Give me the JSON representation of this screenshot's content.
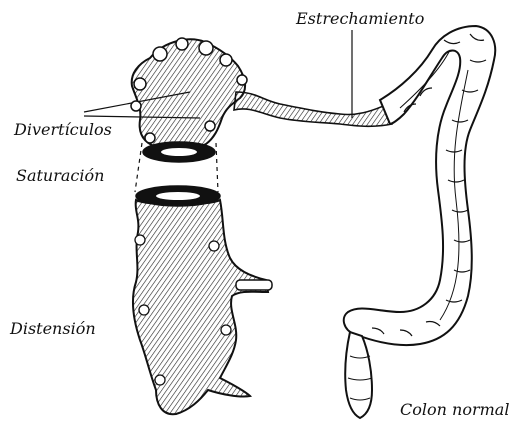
{
  "labels": {
    "estrechamiento": "Estrechamiento",
    "diverticulos": "Divertículos",
    "saturacion": "Saturación",
    "distension": "Distensión",
    "colon_normal": "Colon normal"
  },
  "colors": {
    "ink": "#111111",
    "paper": "#ffffff",
    "shade": "#2a2a2a"
  }
}
